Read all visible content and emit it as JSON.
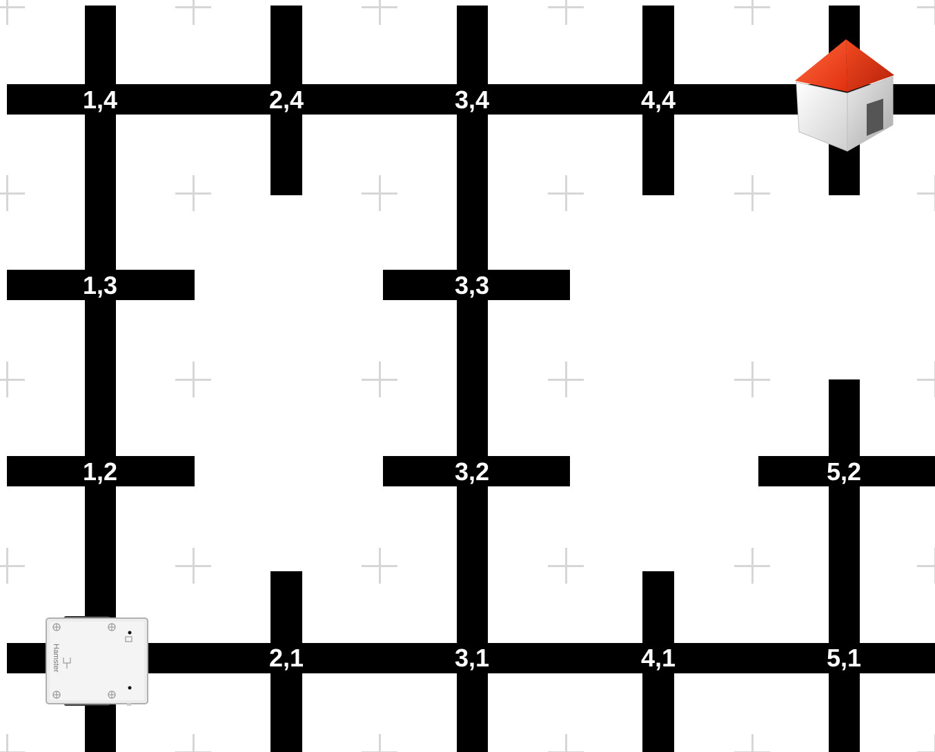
{
  "board": {
    "intersections": [
      {
        "label": "1,4"
      },
      {
        "label": "2,4"
      },
      {
        "label": "3,4"
      },
      {
        "label": "4,4"
      },
      {
        "label": "1,3"
      },
      {
        "label": "3,3"
      },
      {
        "label": "1,2"
      },
      {
        "label": "3,2"
      },
      {
        "label": "5,2"
      },
      {
        "label": "2,1"
      },
      {
        "label": "3,1"
      },
      {
        "label": "4,1"
      },
      {
        "label": "5,1"
      }
    ],
    "robot": {
      "name": "Hamster",
      "position": "1,1"
    },
    "goal": {
      "name": "house",
      "position": "5,4"
    }
  },
  "colors": {
    "line": "#000000",
    "label": "#ffffff",
    "grid_mark": "#d6d6d6",
    "roof": "#e8361c",
    "robot_body": "#eeeeee"
  }
}
